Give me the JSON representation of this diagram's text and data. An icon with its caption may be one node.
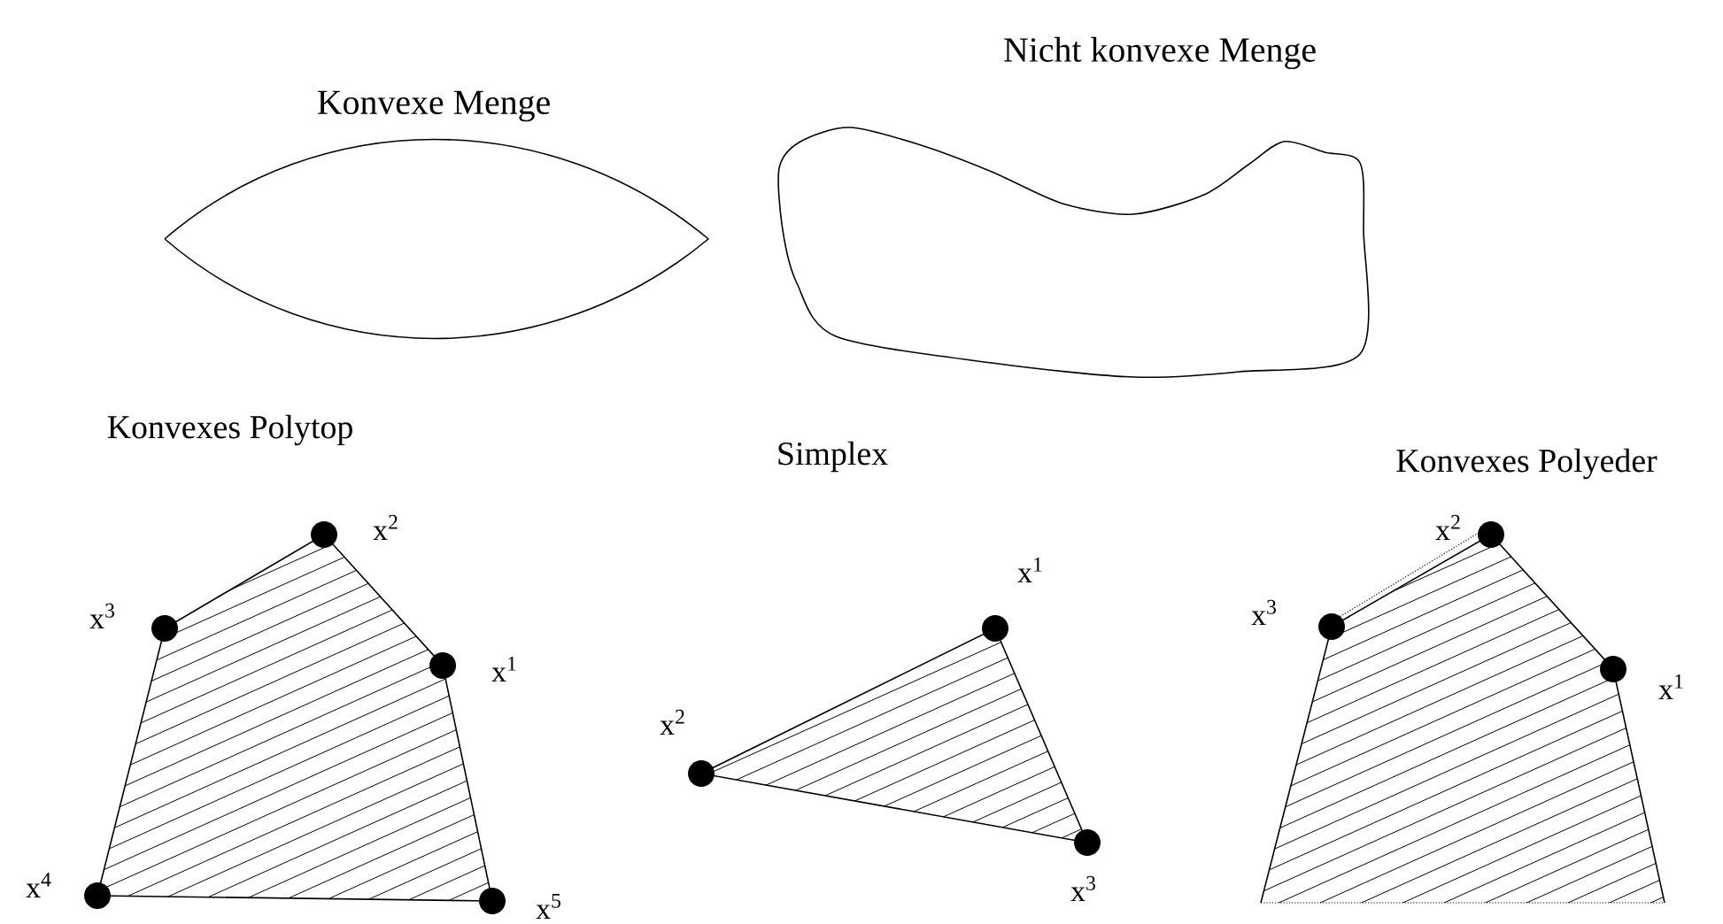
{
  "diagram": {
    "nodes": [
      {
        "text": [
          "Konvexe Menge"
        ]
      },
      {
        "text": [
          "Nicht konvexe Menge"
        ]
      },
      {
        "text": [
          "Konvexes Polytop"
        ]
      },
      {
        "text": [
          "Simplex"
        ]
      },
      {
        "text": [
          "Konvexes Polyeder"
        ]
      }
    ],
    "labels": [
      "x$^{2}$",
      "x$^{3}$",
      "x$^{1}$",
      "x$^{4}$",
      "x$^{5}$",
      "x$^{1}$",
      "x$^{2}$",
      "x$^{3}$",
      "x$^{2}$",
      "x$^{3}$",
      "x$^{1}$"
    ]
  }
}
